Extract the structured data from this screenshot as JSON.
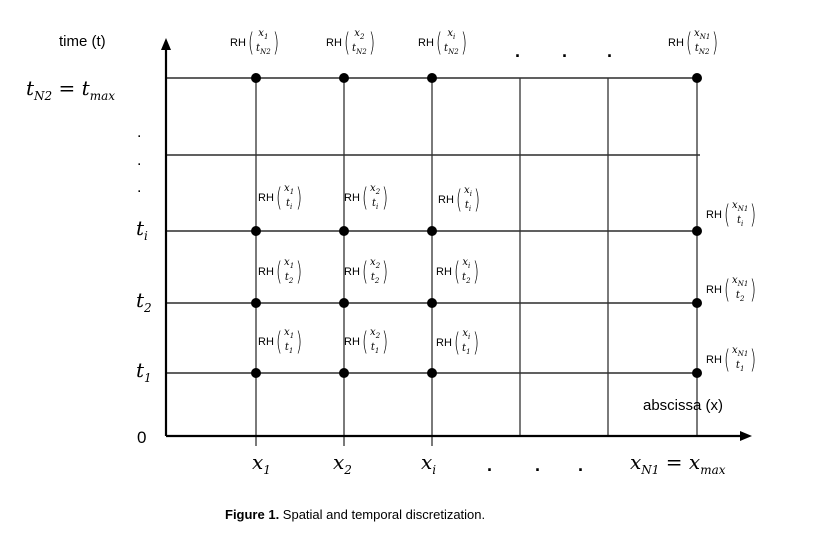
{
  "axes": {
    "y_label": "time (t)",
    "x_label": "abscissa (x)",
    "origin": "0"
  },
  "y_ticks": [
    {
      "var": "t",
      "sub": "N2",
      "eq": "=",
      "var2": "t",
      "sub2": "max"
    },
    {
      "var": "t",
      "sub": "i"
    },
    {
      "var": "t",
      "sub": "2"
    },
    {
      "var": "t",
      "sub": "1"
    }
  ],
  "x_ticks": [
    {
      "var": "x",
      "sub": "1"
    },
    {
      "var": "x",
      "sub": "2"
    },
    {
      "var": "x",
      "sub": "i"
    },
    {
      "var": "x",
      "sub": "N1",
      "eq": "=",
      "var2": "x",
      "sub2": "max"
    }
  ],
  "ellipsis": ".",
  "node_prefix": "RH",
  "x_subs": [
    "1",
    "2",
    "i",
    "N1"
  ],
  "t_subs": [
    "N2",
    "i",
    "2",
    "1"
  ],
  "caption": {
    "label": "Figure 1.",
    "text": " Spatial and temporal discretization."
  }
}
